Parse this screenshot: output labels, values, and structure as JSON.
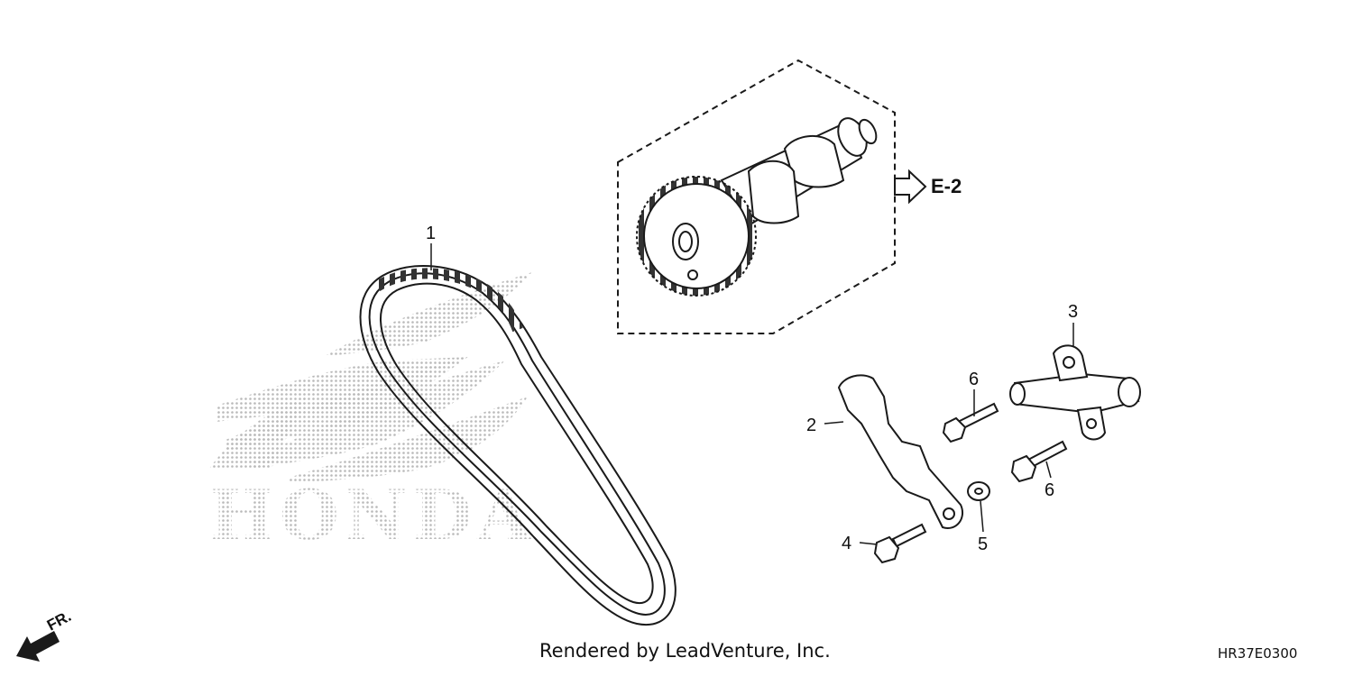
{
  "callouts": {
    "c1": "1",
    "c2": "2",
    "c3": "3",
    "c4": "4",
    "c5": "5",
    "c6a": "6",
    "c6b": "6"
  },
  "reference": "E-2",
  "direction_label": "FR.",
  "watermark_text": "HONDA",
  "footer": {
    "credit": "Rendered by LeadVenture, Inc.",
    "diagram_code": "HR37E0300"
  },
  "colors": {
    "line": "#1a1a1a",
    "watermark": "#bdbdbd"
  }
}
